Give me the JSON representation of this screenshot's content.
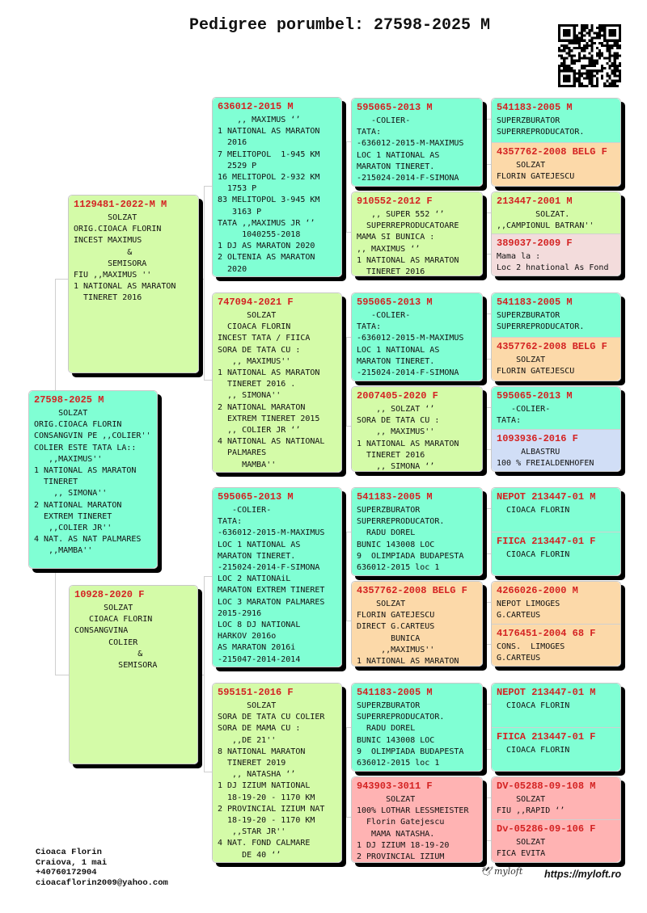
{
  "title": "Pedigree porumbel: 27598-2025 M",
  "colors": {
    "aqua": "#80ffd4",
    "green": "#d4fba8",
    "peach": "#fcd9a9",
    "pink": "#f3dcdc",
    "blue": "#d1def6",
    "red": "#ffb3b3",
    "header": "#d42222"
  },
  "subject": {
    "color": "aqua",
    "header": "27598-2025 M",
    "lines": [
      "     SOLZAT",
      "ORIG.CIOACA FLORIN",
      "CONSANGVIN PE ,,COLIER''",
      "COLIER ESTE TATA LA::",
      "   ,,MAXIMUS''",
      "1 NATIONAL AS MARATON",
      "  TINERET",
      "    ,, SIMONA''",
      "2 NATIONAL MARATON",
      "  EXTREM TINERET",
      "   ,,COLIER JR''",
      "4 NAT. AS NAT PALMARES",
      "   ,,MAMBA''"
    ]
  },
  "sire": {
    "color": "green",
    "header": "1129481-2022-M M",
    "lines": [
      "       SOLZAT",
      "ORIG.CIOACA FLORIN",
      "INCEST MAXIMUS",
      "           &",
      "       SEMISORA",
      "FIU ,,MAXIMUS ''",
      "1 NATIONAL AS MARATON",
      "  TINERET 2016"
    ]
  },
  "dam": {
    "color": "green",
    "header": "10928-2020 F",
    "lines": [
      "      SOLZAT",
      "   CIOACA FLORIN",
      "CONSANGVINA",
      "       COLIER",
      "             &",
      "         SEMISORA"
    ]
  },
  "grandparents": [
    {
      "color": "aqua",
      "header": "636012-2015 M",
      "lines": [
        "    ,, MAXIMUS ‘’",
        "1 NATIONAL AS MARATON",
        "  2016",
        "7 MELITOPOL  1-945 KM",
        "  2529 P",
        "16 MELITOPOL 2-932 KM",
        "  1753 P",
        "83 MELITOPOL 3-945 KM",
        "   3163 P",
        "TATA ,,MAXIMUS JR ‘’",
        "     1040255-2018",
        "1 DJ AS MARATON 2020",
        "2 OLTENIA AS MARATON",
        "  2020"
      ]
    },
    {
      "color": "green",
      "header": "747094-2021 F",
      "lines": [
        "      SOLZAT",
        "  CIOACA FLORIN",
        "INCEST TATA / FIICA",
        "SORA DE TATA CU :",
        "   ,, MAXIMUS''",
        "1 NATIONAL AS MARATON",
        "  TINERET 2016 .",
        "  ,, SIMONA''",
        "2 NATIONAL MARATON",
        "  EXTREM TINERET 2015",
        "  ,, COLIER JR ‘’",
        "4 NATIONAL AS NATIONAL",
        "  PALMARES",
        "     MAMBA''"
      ]
    },
    {
      "color": "aqua",
      "header": "595065-2013 M",
      "lines": [
        "   -COLIER-",
        "TATA:",
        "-636012-2015-M-MAXIMUS",
        "LOC 1 NATIONAL AS",
        "MARATON TINERET.",
        "-215024-2014-F-SIMONA",
        "LOC 2 NATIONAiL",
        "MARATON EXTREM TINERET",
        "LOC 3 MARATON PALMARES",
        "2015-2916",
        "LOC 8 DJ NATIONAL",
        "HARKOV 2016o",
        "AS MARATON 2016i",
        "-215047-2014-2014"
      ]
    },
    {
      "color": "green",
      "header": "595151-2016 F",
      "lines": [
        "      SOLZAT",
        "SORA DE TATA CU COLIER",
        "SORA DE MAMA CU :",
        "   ,,DE 21''",
        "8 NATIONAL MARATON",
        "  TINERET 2019",
        "   ,, NATASHA ‘’",
        "1 DJ IZIUM NATIONAL",
        "  18-19-20 - 1170 KM",
        "2 PROVINCIAL IZIUM NAT",
        "  18-19-20 - 1170 KM",
        "   ,,STAR JR''",
        "4 NAT. FOND CALMARE",
        "     DE 40 ‘’"
      ]
    }
  ],
  "great_grandparents": [
    {
      "color": "aqua",
      "header": "595065-2013 M",
      "lines": [
        "   -COLIER-",
        "TATA:",
        "-636012-2015-M-MAXIMUS",
        "LOC 1 NATIONAL AS",
        "MARATON TINERET.",
        "-215024-2014-F-SIMONA"
      ]
    },
    {
      "color": "green",
      "header": "910552-2012 F",
      "lines": [
        "   ,, SUPER 552 ‘’",
        "  SUPERREPRODUCATOARE",
        "MAMA SI BUNICA :",
        ",, MAXIMUS ‘’",
        "1 NATIONAL AS MARATON",
        "  TINERET 2016"
      ]
    },
    {
      "color": "aqua",
      "header": "595065-2013 M",
      "lines": [
        "   -COLIER-",
        "TATA:",
        "-636012-2015-M-MAXIMUS",
        "LOC 1 NATIONAL AS",
        "MARATON TINERET.",
        "-215024-2014-F-SIMONA"
      ]
    },
    {
      "color": "green",
      "header": "2007405-2020 F",
      "lines": [
        "    ,, SOLZAT ‘’",
        "SORA DE TATA CU :",
        "    ,, MAXIMUS''",
        "1 NATIONAL AS MARATON",
        "  TINERET 2016",
        "    ,, SIMONA ‘’"
      ]
    },
    {
      "color": "aqua",
      "header": "541183-2005 M",
      "lines": [
        "SUPERZBURATOR",
        "SUPERREPRODUCATOR.",
        "  RADU DOREL",
        "BUNIC 143008 LOC",
        "9  OLIMPIADA BUDAPESTA",
        "636012-2015 loc 1"
      ]
    },
    {
      "color": "peach",
      "header": "4357762-2008 BELG F",
      "lines": [
        "    SOLZAT",
        "FLORIN GATEJESCU",
        "DIRECT G.CARTEUS",
        "       BUNICA",
        "     ,,MAXIMUS''",
        "1 NATIONAL AS MARATON"
      ]
    },
    {
      "color": "aqua",
      "header": "541183-2005 M",
      "lines": [
        "SUPERZBURATOR",
        "SUPERREPRODUCATOR.",
        "  RADU DOREL",
        "BUNIC 143008 LOC",
        "9  OLIMPIADA BUDAPESTA",
        "636012-2015 loc 1"
      ]
    },
    {
      "color": "red",
      "header": "943903-3011 F",
      "lines": [
        "      SOLZAT",
        "100% LOTHAR LESSMEISTER",
        "  Florin Gatejescu",
        "   MAMA NATASHA.",
        "1 DJ IZIUM 18-19-20",
        "2 PROVINCIAL IZIUM"
      ]
    }
  ],
  "g4": [
    [
      {
        "color": "aqua",
        "header": "541183-2005 M",
        "lines": [
          "SUPERZBURATOR",
          "SUPERREPRODUCATOR."
        ]
      },
      {
        "color": "peach",
        "header": "4357762-2008 BELG F",
        "lines": [
          "    SOLZAT",
          "FLORIN GATEJESCU"
        ]
      }
    ],
    [
      {
        "color": "green",
        "header": "213447-2001 M",
        "lines": [
          "        SOLZAT.",
          ",,CAMPIONUL BATRAN''"
        ]
      },
      {
        "color": "pink",
        "header": "389037-2009 F",
        "lines": [
          "Mama la :",
          "Loc 2 hnational As Fond"
        ]
      }
    ],
    [
      {
        "color": "aqua",
        "header": "541183-2005 M",
        "lines": [
          "SUPERZBURATOR",
          "SUPERREPRODUCATOR."
        ]
      },
      {
        "color": "peach",
        "header": "4357762-2008 BELG F",
        "lines": [
          "    SOLZAT",
          "FLORIN GATEJESCU"
        ]
      }
    ],
    [
      {
        "color": "aqua",
        "header": "595065-2013 M",
        "lines": [
          "   -COLIER-",
          "TATA:"
        ]
      },
      {
        "color": "blue",
        "header": "1093936-2016 F",
        "lines": [
          "     ALBASTRU",
          "100 % FREIALDENHOFEN"
        ]
      }
    ],
    [
      {
        "color": "aqua",
        "header": "NEPOT 213447-01 M",
        "lines": [
          "  CIOACA FLORIN"
        ]
      },
      {
        "color": "aqua",
        "header": "FIICA 213447-01 F",
        "lines": [
          "  CIOACA FLORIN"
        ]
      }
    ],
    [
      {
        "color": "peach",
        "header": "4266026-2000 M",
        "lines": [
          "NEPOT LIMOGES",
          "G.CARTEUS"
        ]
      },
      {
        "color": "peach",
        "header": "4176451-2004 68 F",
        "lines": [
          "CONS.  LIMOGES",
          "G.CARTEUS"
        ]
      }
    ],
    [
      {
        "color": "aqua",
        "header": "NEPOT 213447-01 M",
        "lines": [
          "  CIOACA FLORIN"
        ]
      },
      {
        "color": "aqua",
        "header": "FIICA 213447-01 F",
        "lines": [
          "  CIOACA FLORIN"
        ]
      }
    ],
    [
      {
        "color": "red",
        "header": "DV-05288-09-108 M",
        "lines": [
          "    SOLZAT",
          "FIU ,,RAPID ‘’"
        ]
      },
      {
        "color": "red",
        "header": "Dv-05286-09-106 F",
        "lines": [
          "    SOLZAT",
          "FICA EVITA"
        ]
      }
    ]
  ],
  "contact": {
    "lines": [
      "Cioaca Florin",
      "Craiova, 1 mai",
      "+40760172904",
      "cioacaflorin2009@yahoo.com"
    ]
  },
  "footer": {
    "logo_text": "myloft",
    "url": "https://myloft.ro"
  }
}
